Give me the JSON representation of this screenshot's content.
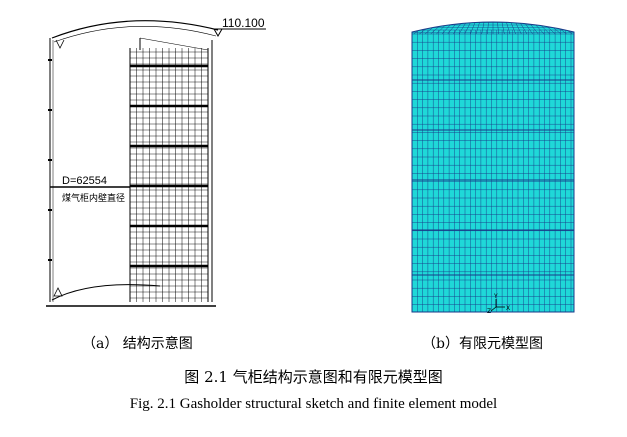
{
  "sketch": {
    "elevation_label": "110.100",
    "diameter_label": "D=62554",
    "diameter_note": "煤气柜内壁直径"
  },
  "fea": {
    "axis_labels": [
      "Y",
      "Z",
      "X"
    ]
  },
  "captions": {
    "a": "（a）  结构示意图",
    "b": "（b）有限元模型图",
    "figure_cn": "图 2.1  气柜结构示意图和有限元模型图",
    "figure_en": "Fig. 2.1 Gasholder structural sketch and finite element model"
  },
  "colors": {
    "mesh_fill": "#1fd8d8",
    "mesh_line": "#1a3a88",
    "ink": "#000000"
  }
}
